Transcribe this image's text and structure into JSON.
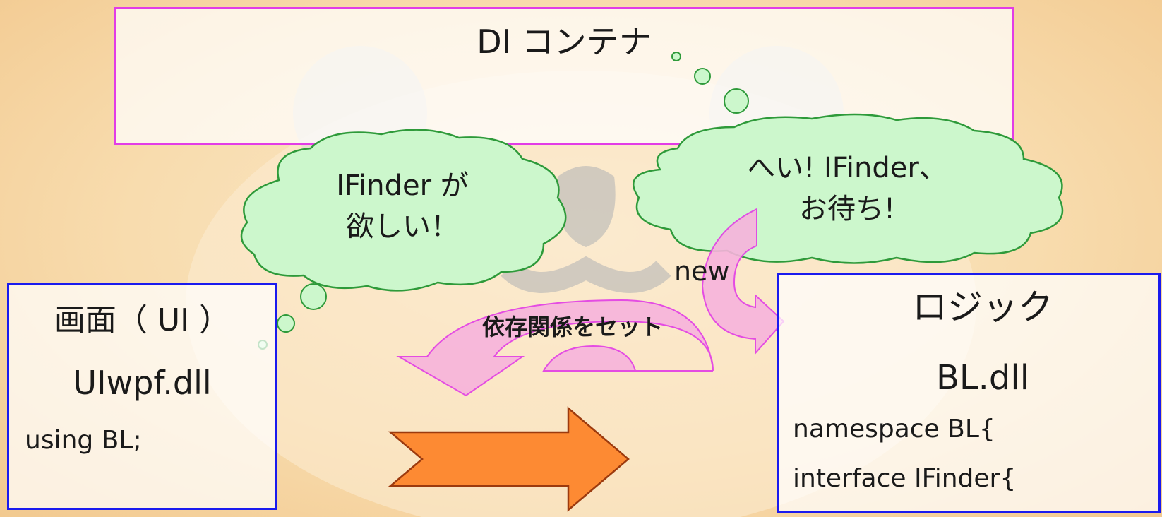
{
  "di_container": {
    "title": "DI コンテナ"
  },
  "ui_box": {
    "title": "画面（ UI ）",
    "dll": "UIwpf.dll",
    "code": "using BL;"
  },
  "logic_box": {
    "title": "ロジック",
    "dll": "BL.dll",
    "code_lines": [
      "namespace BL{",
      "interface IFinder{"
    ]
  },
  "bubble_left": {
    "lines": [
      "IFinder が",
      "欲しい！"
    ]
  },
  "bubble_right": {
    "lines": [
      "へい! IFinder、",
      "お待ち!"
    ]
  },
  "labels": {
    "new": "new",
    "set_dependency": "依存関係をセット"
  },
  "colors": {
    "container_border": "#e23ce6",
    "box_border": "#1a1aee",
    "bubble_fill": "#ccf7cc",
    "bubble_stroke": "#2e9a3a",
    "curved_arrow_fill": "#f7b3dc",
    "curved_arrow_stroke": "#e23ce6",
    "block_arrow_fill": "#fd8a33",
    "block_arrow_stroke": "#9c3a0e"
  }
}
